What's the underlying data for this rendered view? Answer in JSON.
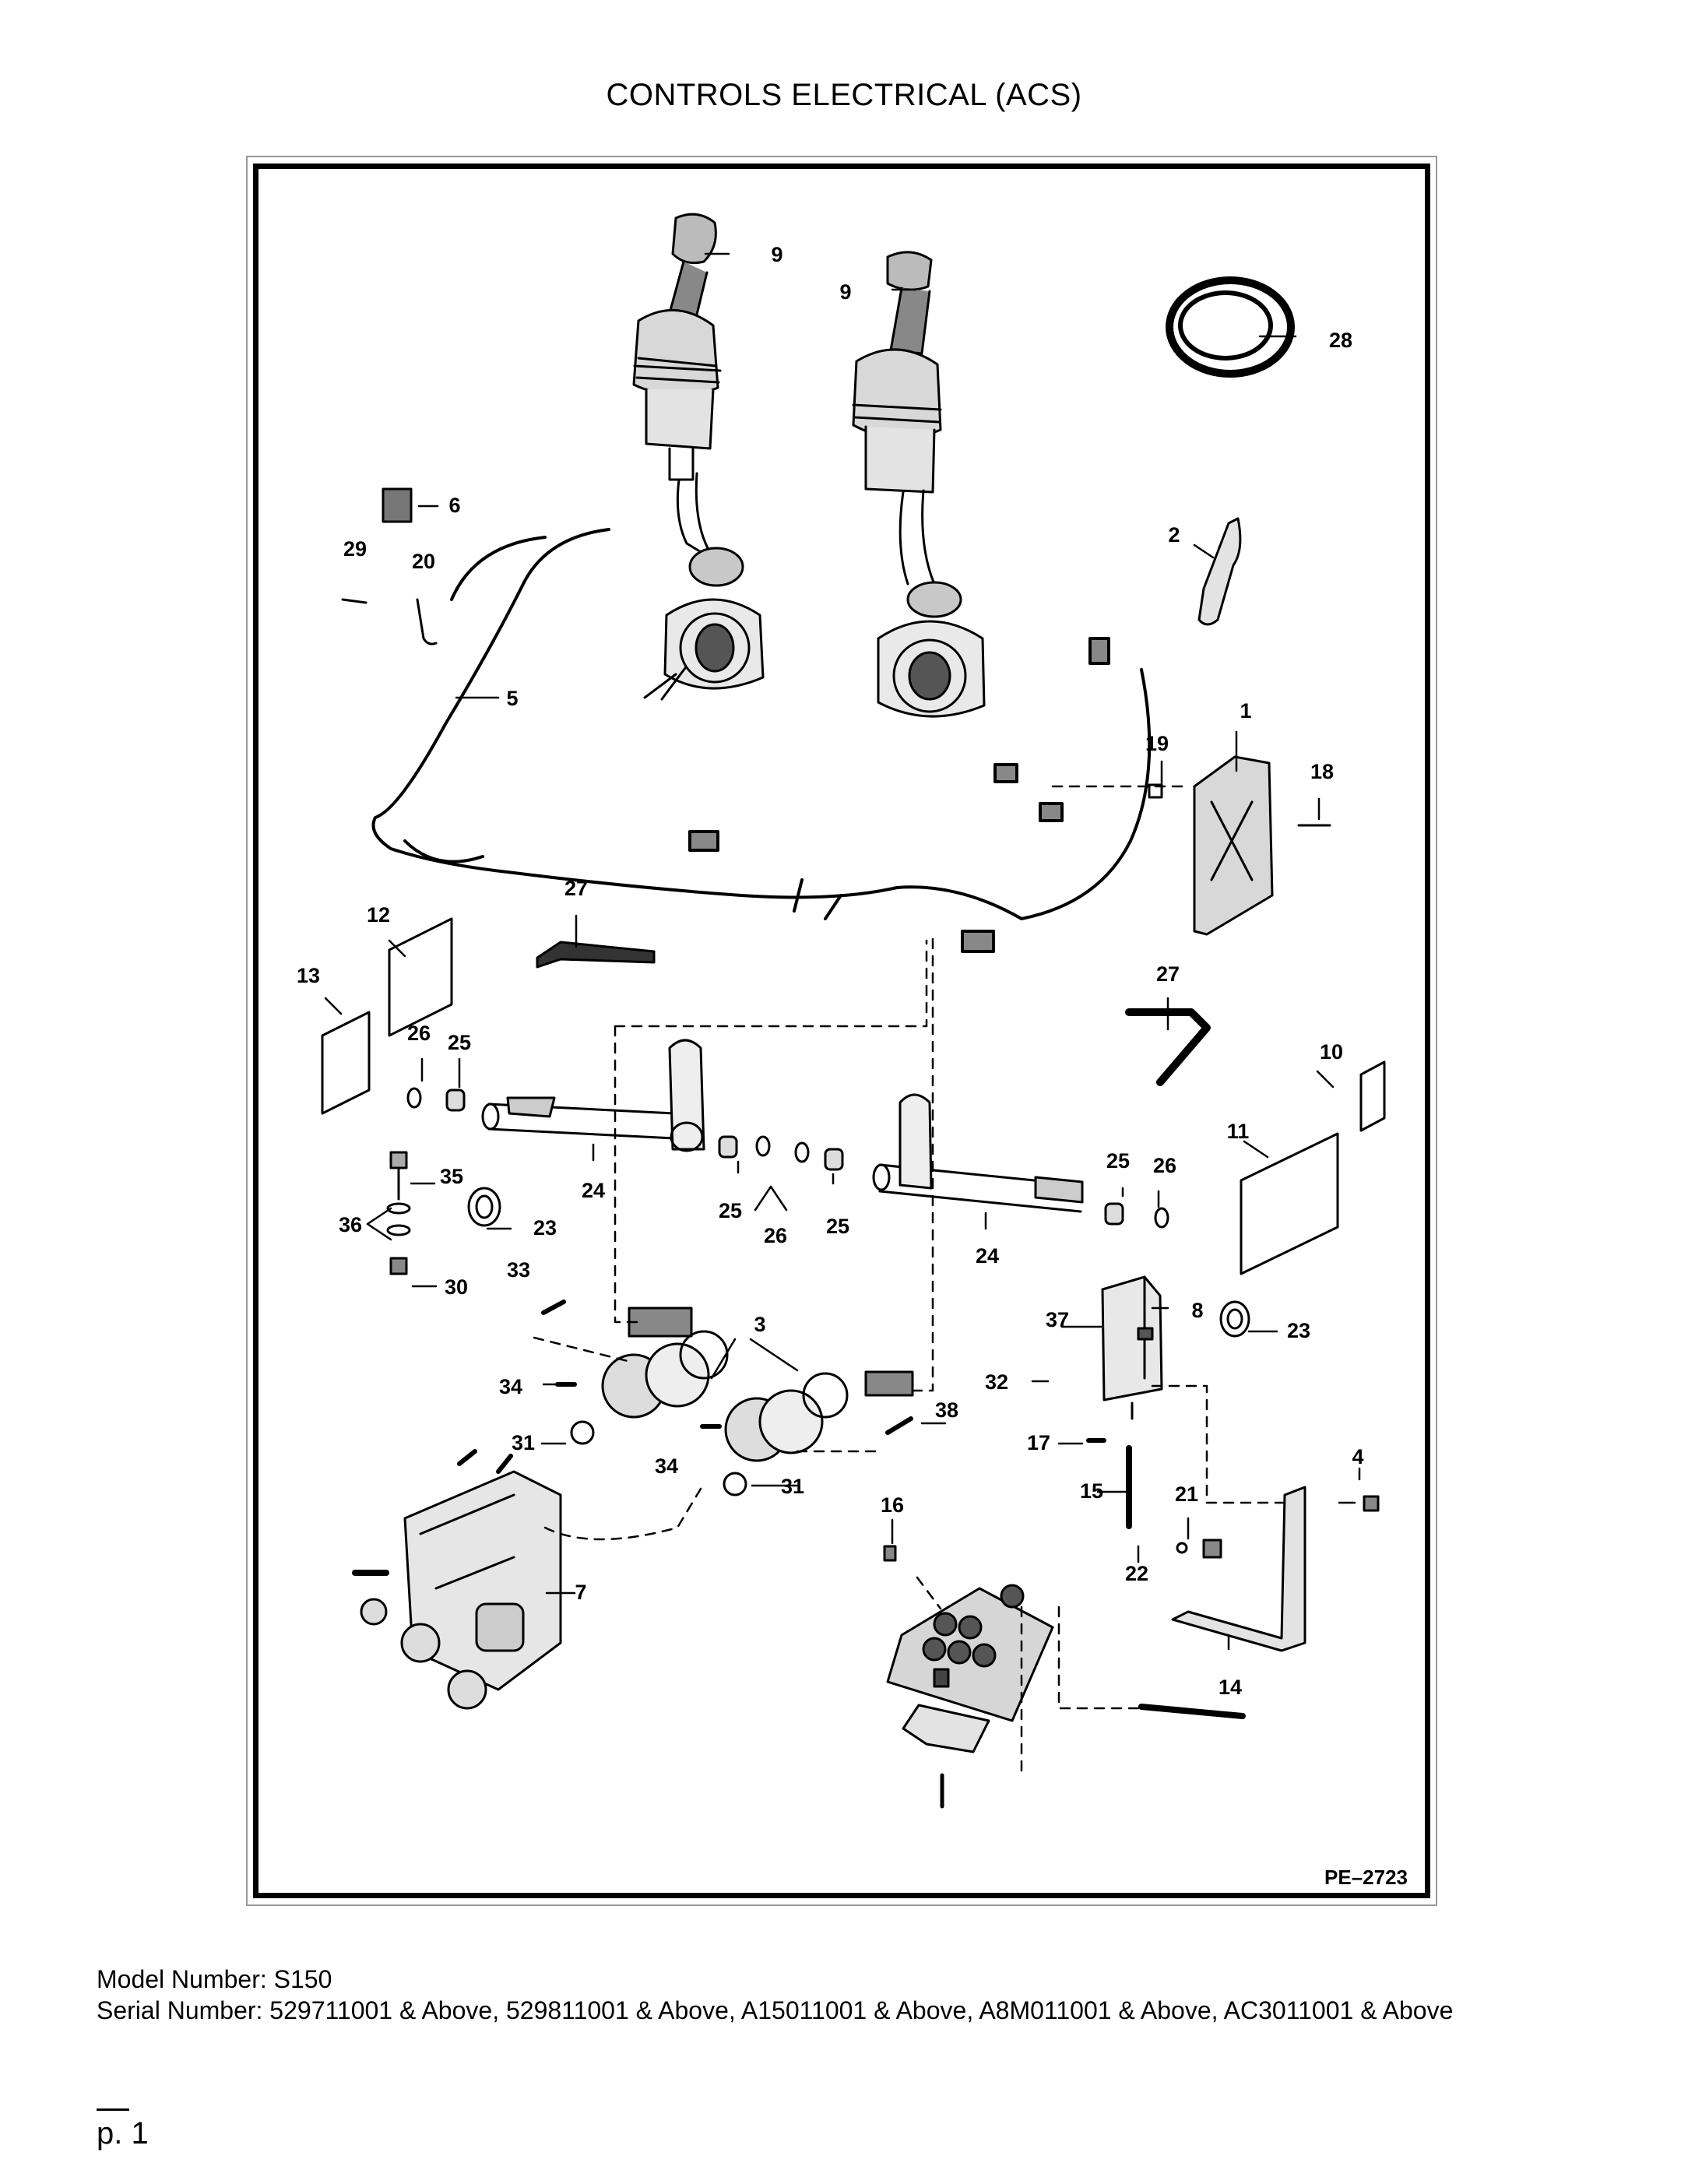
{
  "title": "CONTROLS ELECTRICAL (ACS)",
  "diagram": {
    "ref_code": "PE–2723",
    "callouts": [
      "1",
      "2",
      "3",
      "4",
      "5",
      "6",
      "7",
      "8",
      "9",
      "9",
      "10",
      "11",
      "12",
      "13",
      "14",
      "15",
      "16",
      "17",
      "18",
      "19",
      "20",
      "21",
      "22",
      "23",
      "23",
      "24",
      "24",
      "25",
      "25",
      "25",
      "25",
      "26",
      "26",
      "26",
      "27",
      "27",
      "28",
      "29",
      "30",
      "31",
      "31",
      "32",
      "33",
      "34",
      "34",
      "35",
      "36",
      "37",
      "38"
    ]
  },
  "footer": {
    "model_label": "Model Number:",
    "model_value": "S150",
    "serial_label": "Serial Number:",
    "serial_value": "529711001 & Above, 529811001 & Above, A15011001 & Above, A8M011001 & Above, AC3011001 & Above",
    "page": "p. 1"
  }
}
